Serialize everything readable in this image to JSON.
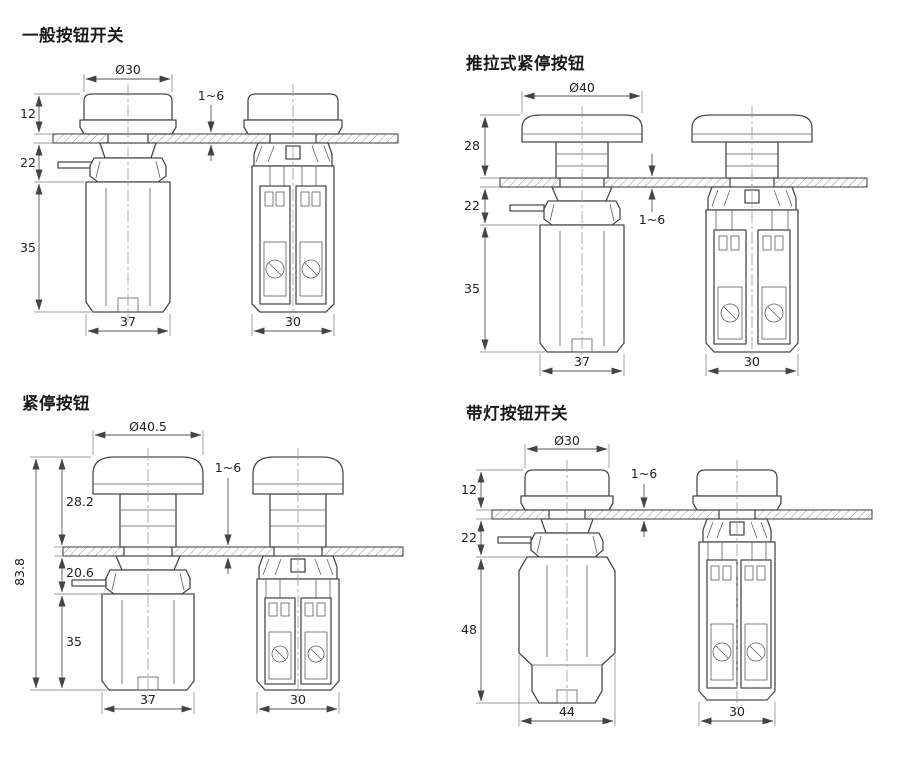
{
  "sections": {
    "general": {
      "title": "一般按钮开关",
      "dims": {
        "dia": "Ø30",
        "panel": "1~6",
        "head": "12",
        "mount": "22",
        "body": "35",
        "front_w": "37",
        "side_w": "30"
      }
    },
    "pushpull": {
      "title": "推拉式紧停按钮",
      "dims": {
        "dia": "Ø40",
        "panel": "1~6",
        "head": "28",
        "mount": "22",
        "body": "35",
        "front_w": "37",
        "side_w": "30"
      }
    },
    "estop": {
      "title": "紧停按钮",
      "dims": {
        "dia": "Ø40.5",
        "panel": "1~6",
        "head": "28.2",
        "collar": "20.6",
        "body": "35",
        "overall": "83.8",
        "front_w": "37",
        "side_w": "30"
      }
    },
    "illuminated": {
      "title": "带灯按钮开关",
      "dims": {
        "dia": "Ø30",
        "panel": "1~6",
        "head": "12",
        "mount": "22",
        "body": "48",
        "front_w": "44",
        "side_w": "30"
      }
    }
  }
}
